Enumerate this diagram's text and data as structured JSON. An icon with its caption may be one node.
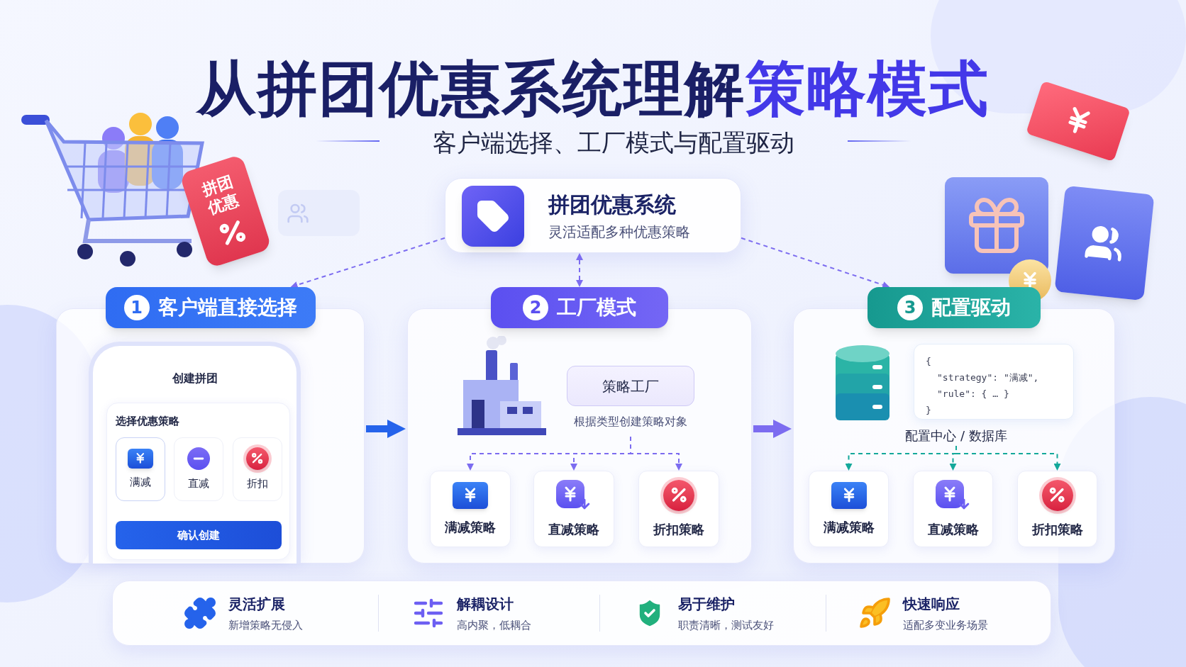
{
  "diagram": {
    "title": "从拼团优惠系统理解**策略模式**",
    "nodes": [
      {
        "text": [
          "拼团优惠系统",
          "灵活适配多种优惠策略"
        ]
      },
      {
        "text": [
          "1",
          "客户端直接选择"
        ]
      },
      {
        "text": [
          "创建拼团"
        ],
        "in": 1
      },
      {
        "text": [
          "选择优惠策略"
        ],
        "in": 2
      },
      {
        "text": [
          "满减"
        ],
        "in": 3
      },
      {
        "text": [
          "直减"
        ],
        "in": 3
      },
      {
        "text": [
          "折扣"
        ],
        "in": 3
      },
      {
        "text": [
          "确认创建"
        ],
        "in": 3
      },
      {
        "text": [
          "2",
          "工厂模式"
        ]
      },
      {
        "text": [
          "策略工厂"
        ],
        "in": 8,
        "beside": [
          "根据类型创建策略对象"
        ]
      },
      {
        "text": [
          "满减策略"
        ],
        "in": 8
      },
      {
        "text": [
          "直减策略"
        ],
        "in": 8
      },
      {
        "text": [
          "折扣策略"
        ],
        "in": 8
      },
      {
        "text": [
          "3",
          "配置驱动"
        ]
      },
      {
        "text": [
          "{",
          "\"strategy\": \"满减\",",
          "\"rule\": { … }",
          "}"
        ],
        "in": 13
      },
      {
        "text": [
          "配置中心 / 数据库"
        ],
        "in": 13
      },
      {
        "text": [
          "满减策略"
        ],
        "in": 13
      },
      {
        "text": [
          "直减策略"
        ],
        "in": 13
      },
      {
        "text": [
          "折扣策略"
        ],
        "in": 13
      },
      {
        "text": [],
        "shape": "box"
      },
      {
        "text": [
          "灵活扩展",
          "新增策略无侵入"
        ],
        "in": 19
      },
      {
        "text": [
          "解耦设计",
          "高内聚，低耦合"
        ],
        "in": 19
      },
      {
        "text": [
          "易于维护",
          "职责清晰，测试友好"
        ],
        "in": 19
      },
      {
        "text": [
          "快速响应",
          "适配多变业务场景"
        ],
        "in": 19
      }
    ],
    "edges": [
      {
        "from": 0,
        "to": 1,
        "arrow": "to",
        "style": "dashed"
      },
      {
        "from": 0,
        "to": 8,
        "arrow": "both",
        "style": "dashed"
      },
      {
        "from": 0,
        "to": 13,
        "arrow": "to",
        "style": "dashed"
      },
      {
        "from": 1,
        "to": 8,
        "arrow": "to",
        "style": "thick",
        "color": "#2563eb"
      },
      {
        "from": 8,
        "to": 13,
        "arrow": "to",
        "style": "thick"
      },
      {
        "from": 9,
        "to": 10,
        "arrow": "to",
        "style": "dashed"
      },
      {
        "from": 9,
        "to": 11,
        "arrow": "to",
        "style": "dashed"
      },
      {
        "from": 9,
        "to": 12,
        "arrow": "to",
        "style": "dashed"
      },
      {
        "from": 15,
        "to": 16,
        "arrow": "to",
        "style": "dashed",
        "color": "#14a89a"
      },
      {
        "from": 15,
        "to": 17,
        "arrow": "to",
        "style": "dashed",
        "color": "#14a89a"
      },
      {
        "from": 15,
        "to": 18,
        "arrow": "to",
        "style": "dashed",
        "color": "#14a89a"
      }
    ],
    "labels": [
      "客户端选择、工厂模式与配置驱动",
      "拼团优惠"
    ]
  }
}
